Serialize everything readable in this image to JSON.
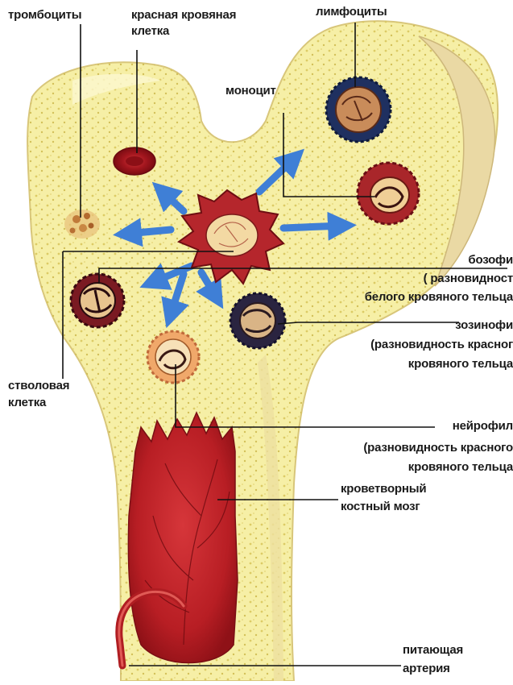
{
  "labels": {
    "platelets": "тромбоциты",
    "red_cell_1": "красная кровяная",
    "red_cell_2": "клетка",
    "lymphocytes": "лимфоциты",
    "monocyte": "моноцит",
    "basophil_1": "бозофи",
    "basophil_2": "( разновидност",
    "basophil_3": "белого кровяного тельца",
    "eosinophil_1": "зозинофи",
    "eosinophil_2": "(разновидность красног",
    "eosinophil_3": "кровяного тельца",
    "stem_cell_1": "стволовая",
    "stem_cell_2": "клетка",
    "neutrophil_1": "нейрофил",
    "neutrophil_2": "(разновидность красного",
    "neutrophil_3": "кровяного тельца",
    "marrow_1": "кроветворный",
    "marrow_2": "костный мозг",
    "artery_1": "питающая",
    "artery_2": "артерия"
  },
  "colors": {
    "bone": "#f6efa6",
    "bone_dots": "#d8c95a",
    "marrow": "#c4272b",
    "arrow": "#3f7fd6",
    "lymphocyte": "#1f3060",
    "eosinophil": "#2a2440",
    "red_cell": "#a3161e"
  }
}
